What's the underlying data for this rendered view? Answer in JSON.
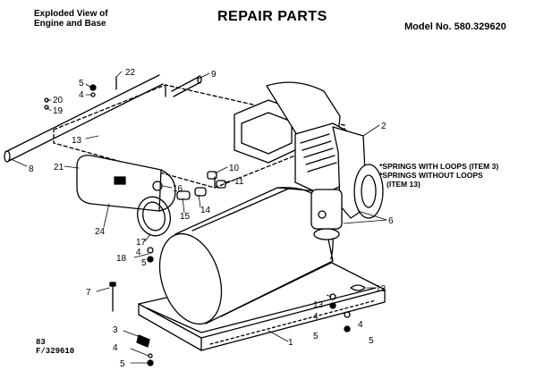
{
  "header": {
    "subtitle_line1": "Exploded View of",
    "subtitle_line2": "Engine and Base",
    "title": "REPAIR PARTS",
    "model": "Model No. 580.329620"
  },
  "notes": [
    "*SPRINGS WITH LOOPS (ITEM 3)",
    "*SPRINGS WITHOUT LOOPS",
    "(ITEM 13)"
  ],
  "reference": {
    "line1": "83",
    "line2": "F/329610"
  },
  "callouts": {
    "c22": "22",
    "c9": "9",
    "c5a": "5",
    "c4a": "4",
    "c20": "20",
    "c19": "19",
    "c13a": "13",
    "c8": "8",
    "c21": "21",
    "c2": "2",
    "c10": "10",
    "c11": "11",
    "c16": "16",
    "c15": "15",
    "c14": "14",
    "c24": "24",
    "c17": "17",
    "c4b": "4",
    "c5b": "5",
    "c18": "18",
    "c6": "6",
    "c7": "7",
    "c13b": "13",
    "c13c": "13",
    "c4c": "4",
    "c5c": "5",
    "c4d": "4",
    "c5d": "5",
    "c1": "1",
    "c3": "3",
    "c4e": "4",
    "c5e": "5"
  }
}
